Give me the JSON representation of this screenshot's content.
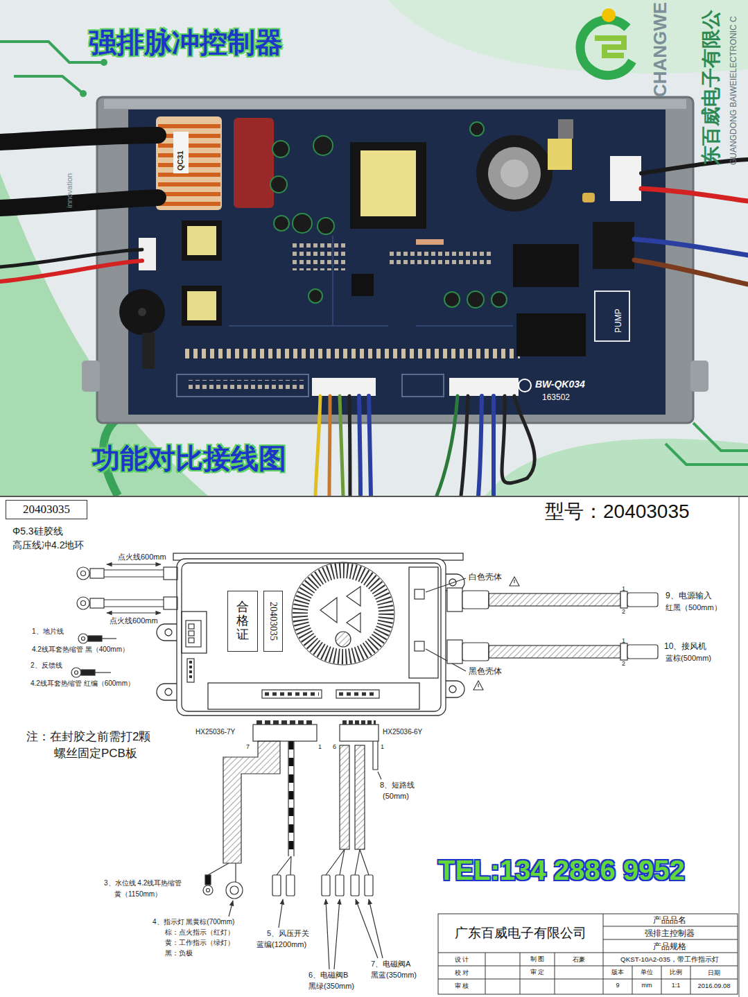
{
  "diagram": {
    "nodes": [
      {
        "text": [
          "20403035"
        ]
      },
      {
        "text": [
          "合格证"
        ]
      },
      {
        "text": [
          "20403035"
        ]
      }
    ],
    "labels": [
      "强排脉冲控制器",
      "功能对比接线图",
      "CHANGWE",
      "东百威电子有限公",
      "GUANGDONG BAIWEIELECTRONIC C",
      "innovation",
      "QC31",
      "BW-QK034",
      "163502",
      "PUMP",
      "型号：20403035",
      "Φ5.3硅胶线",
      "高压线冲4.2地环",
      "点火线600mm",
      "点火线600mm",
      "白色壳体",
      "黑色壳体",
      "1",
      "2",
      "1",
      "2",
      "9、电源输入",
      "红黑（500mm）",
      "10、接风机",
      "蓝棕(500mm)",
      "1、地片线",
      "4.2线耳套热缩管 黑（400mm）",
      "2、反馈线",
      "4.2线耳套热缩管 红编（600mm）",
      "注：在封胶之前需打2颗",
      "螺丝固定PCB板",
      "HX25036-7Y",
      "HX25036-6Y",
      "7",
      "1",
      "6",
      "1",
      "8、短路线",
      "(50mm)",
      "3、水位线 4.2线耳热缩管",
      "黄（1150mm）",
      "4、指示灯 黑黄棕(700mm)",
      "棕：点火指示（红灯）",
      "黄：工作指示（绿灯）",
      "黑：负极",
      "5、风压开关",
      "蓝编(1200mm)",
      "6、电磁阀B",
      "黑绿(350mm)",
      "7、电磁阀A",
      "黑蓝(350mm)",
      "TEL:134 2886 9952",
      "广东百威电子有限公司",
      "产品品名",
      "强排主控制器",
      "产品规格",
      "QKST-10A2-035，带工作指示灯",
      "设 计",
      "制 图",
      "石豪",
      "校 对",
      "审 定",
      "审 核",
      "版本",
      "单位",
      "比例",
      "日期",
      "9",
      "mm",
      "1:1",
      "2016.09.08"
    ]
  }
}
